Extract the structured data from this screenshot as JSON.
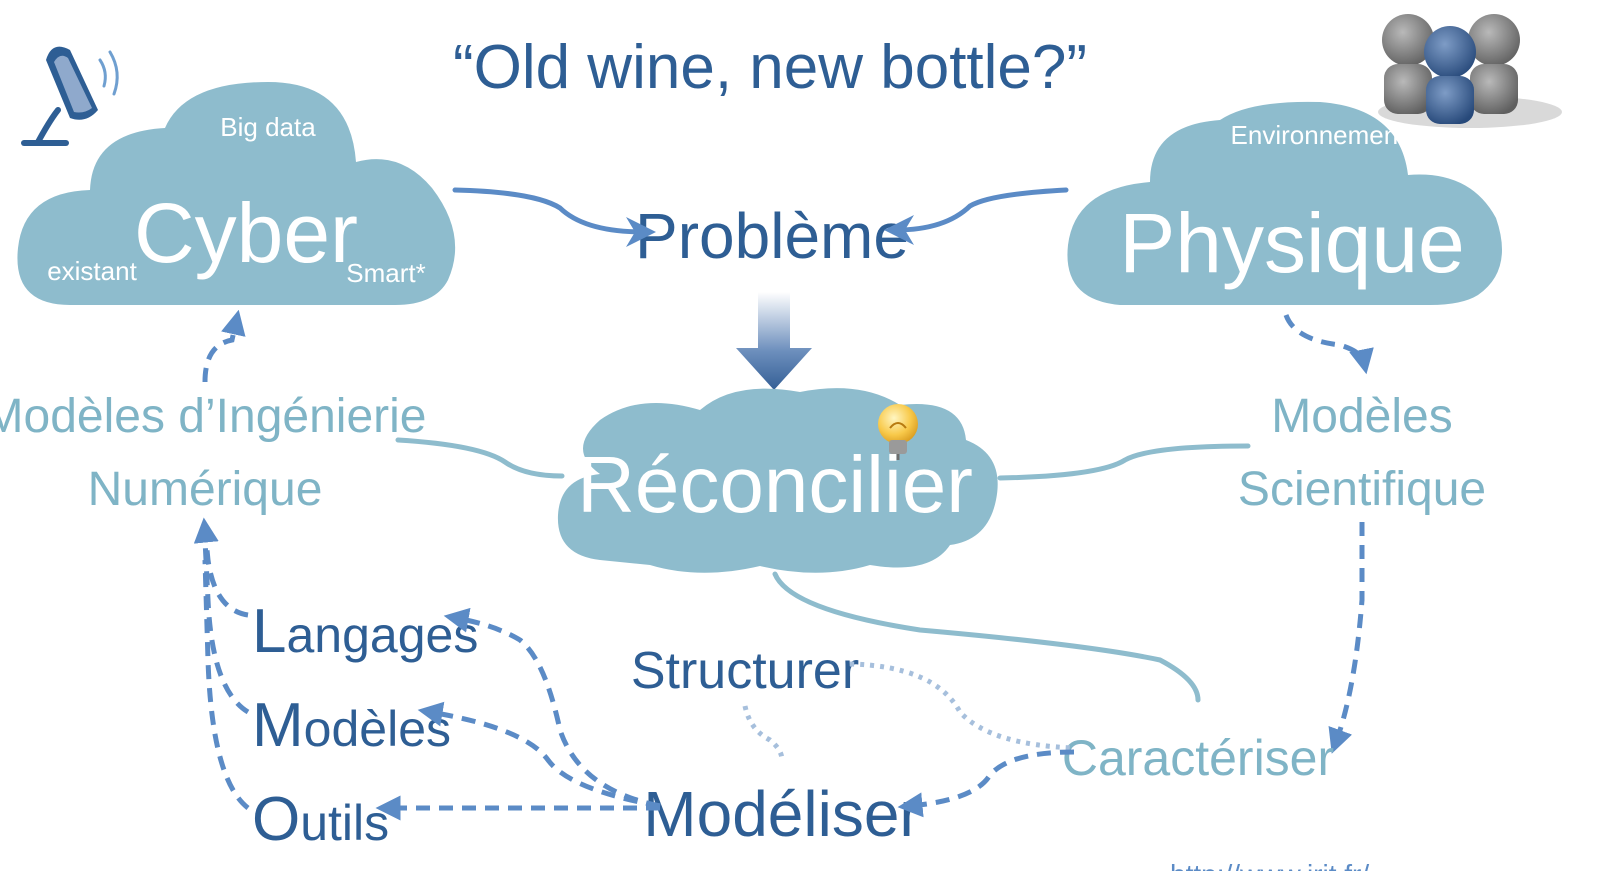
{
  "title": "“Old wine, new bottle?”",
  "colors": {
    "dark_blue": "#2e5e94",
    "mid_blue": "#5b8bc6",
    "light_teal": "#8ebccd",
    "teal_text": "#7fb4c6",
    "white": "#ffffff",
    "bulb_yellow": "#f5c542"
  },
  "icons": {
    "top_left": "satellite-dish-icon",
    "top_right": "people-group-icon",
    "center": "light-bulb-icon"
  },
  "cloud_cyber": {
    "main": "Cyber",
    "top": "Big data",
    "left": "existant",
    "right": "Smart*"
  },
  "cloud_physique": {
    "main": "Physique",
    "top": "Environnement"
  },
  "probleme": "Problème",
  "reconcilier": "Réconcilier",
  "modeles_ingenierie": {
    "line1": "Modèles d’Ingénierie",
    "line2": "Numérique"
  },
  "modeles_scientifique": {
    "line1": "Modèles",
    "line2": "Scientifique"
  },
  "lmo": {
    "langages_first": "L",
    "langages_rest": "angages",
    "modeles_first": "M",
    "modeles_rest": "odèles",
    "outils_first": "O",
    "outils_rest": "utils"
  },
  "structurer": "Structurer",
  "modeliser": "Modéliser",
  "caracteriser": "Caractériser",
  "url_fragment": "http://www.irit.fr/..."
}
